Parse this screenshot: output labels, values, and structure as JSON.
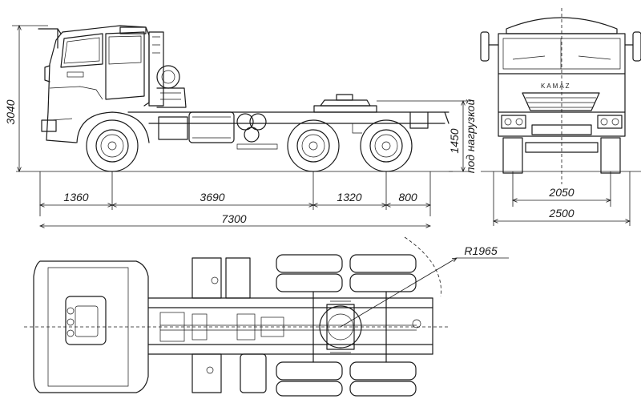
{
  "dimensions": {
    "height_total": "3040",
    "height_fifth_wheel": "1450",
    "height_fifth_wheel_note": "под нагрузкой",
    "front_overhang": "1360",
    "wheelbase": "3690",
    "bogie_spacing": "1320",
    "rear_overhang": "800",
    "length_total": "7300",
    "track": "2050",
    "width_total": "2500",
    "turn_radius": "R1965"
  },
  "brand_text": "KAMAZ",
  "colors": {
    "line": "#1a1a1a",
    "background": "#ffffff"
  }
}
